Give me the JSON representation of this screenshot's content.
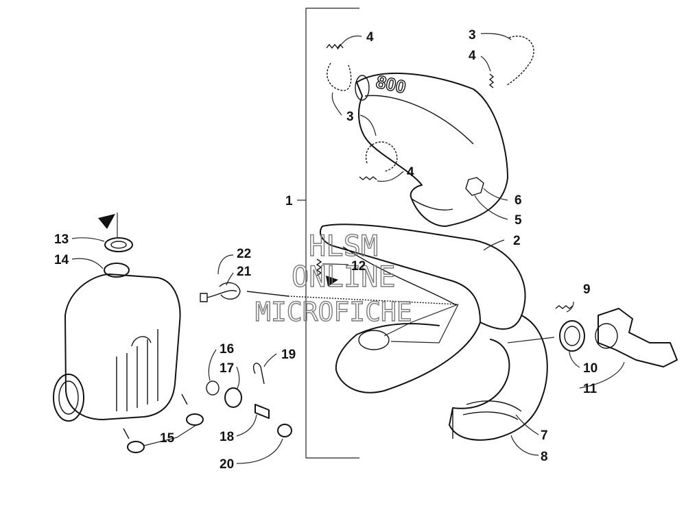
{
  "diagram": {
    "callouts": [
      {
        "id": "c1",
        "text": "1"
      },
      {
        "id": "c2",
        "text": "2"
      },
      {
        "id": "c3a",
        "text": "3"
      },
      {
        "id": "c3b",
        "text": "3"
      },
      {
        "id": "c4a",
        "text": "4"
      },
      {
        "id": "c4b",
        "text": "4"
      },
      {
        "id": "c4c",
        "text": "4"
      },
      {
        "id": "c5",
        "text": "5"
      },
      {
        "id": "c6",
        "text": "6"
      },
      {
        "id": "c7",
        "text": "7"
      },
      {
        "id": "c8",
        "text": "8"
      },
      {
        "id": "c9",
        "text": "9"
      },
      {
        "id": "c10",
        "text": "10"
      },
      {
        "id": "c11",
        "text": "11"
      },
      {
        "id": "c12",
        "text": "12"
      },
      {
        "id": "c13",
        "text": "13"
      },
      {
        "id": "c14",
        "text": "14"
      },
      {
        "id": "c15",
        "text": "15"
      },
      {
        "id": "c16",
        "text": "16"
      },
      {
        "id": "c17",
        "text": "17"
      },
      {
        "id": "c18",
        "text": "18"
      },
      {
        "id": "c19",
        "text": "19"
      },
      {
        "id": "c20",
        "text": "20"
      },
      {
        "id": "c21",
        "text": "21"
      },
      {
        "id": "c22",
        "text": "22"
      }
    ],
    "pipe_marking": "800",
    "watermark": {
      "line1": "HLSM",
      "line2": "ONLINE",
      "line3": "MICROFICHE"
    }
  }
}
